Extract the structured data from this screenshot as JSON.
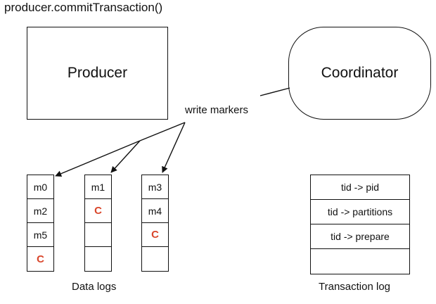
{
  "title": "producer.commitTransaction()",
  "producer": {
    "label": "Producer"
  },
  "coordinator": {
    "label": "Coordinator"
  },
  "write_markers_label": "write markers",
  "data_logs": {
    "label": "Data logs",
    "columns": [
      {
        "cells": [
          "m0",
          "m2",
          "m5",
          "C"
        ]
      },
      {
        "cells": [
          "m1",
          "C",
          "",
          ""
        ]
      },
      {
        "cells": [
          "m3",
          "m4",
          "C",
          ""
        ]
      }
    ]
  },
  "transaction_log": {
    "label": "Transaction log",
    "rows": [
      "tid -> pid",
      "tid -> partitions",
      "tid -> prepare",
      ""
    ]
  },
  "colors": {
    "ink": "#111111",
    "commit_marker": "#d9462b",
    "background": "#ffffff"
  }
}
